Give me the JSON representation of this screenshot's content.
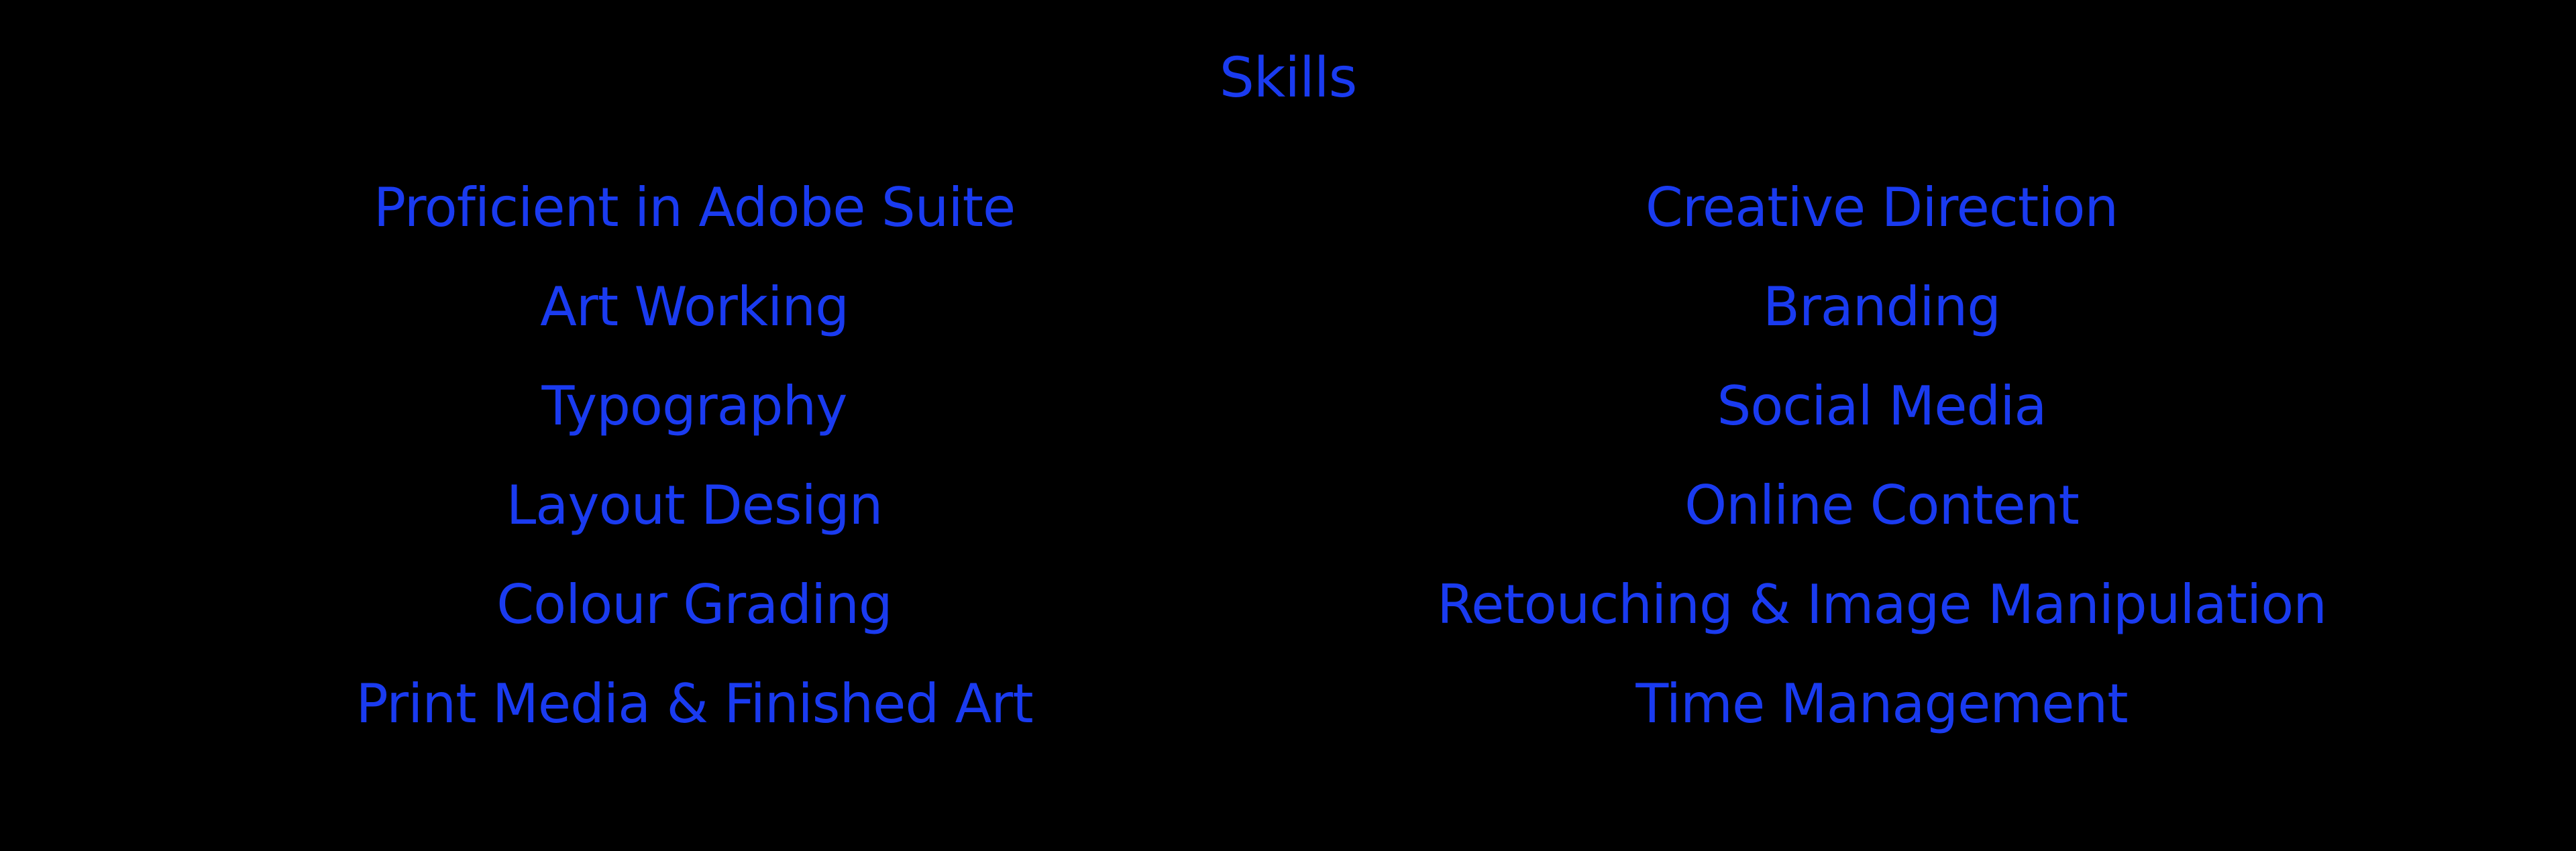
{
  "colors": {
    "background": "#000000",
    "text": "#1a3bf0"
  },
  "section": {
    "title": "Skills"
  },
  "skills": {
    "left": [
      "Proficient in Adobe Suite",
      "Art Working",
      "Typography",
      "Layout Design",
      "Colour Grading",
      "Print Media & Finished Art"
    ],
    "right": [
      "Creative Direction",
      "Branding",
      "Social Media",
      "Online Content",
      "Retouching & Image Manipulation",
      "Time Management"
    ]
  }
}
